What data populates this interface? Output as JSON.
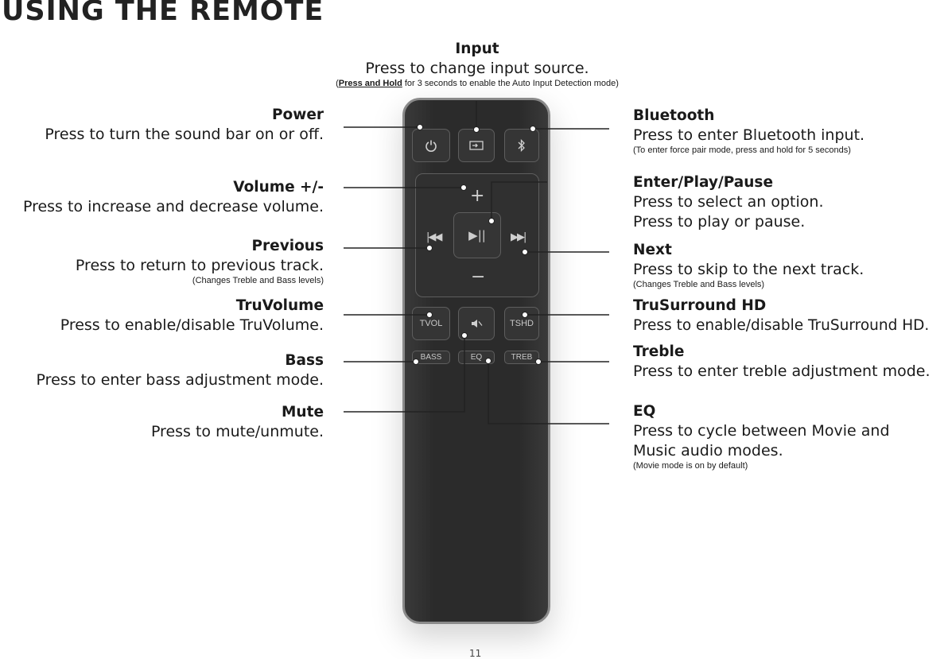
{
  "page": {
    "title": "USING THE REMOTE",
    "page_number": "11"
  },
  "labels": {
    "input": {
      "heading": "Input",
      "desc": "Press to change input source.",
      "note_prefix": "(",
      "note_bold": "Press and Hold",
      "note_rest": " for 3 seconds to enable the Auto Input Detection mode)"
    },
    "power": {
      "heading": "Power",
      "desc": "Press to turn the sound bar on or off."
    },
    "volume": {
      "heading": "Volume +/-",
      "desc": "Press to increase and decrease volume."
    },
    "previous": {
      "heading": "Previous",
      "desc": "Press to return to previous track.",
      "note": "(Changes Treble and Bass levels)"
    },
    "truvolume": {
      "heading": "TruVolume",
      "desc": "Press to enable/disable TruVolume."
    },
    "bass": {
      "heading": "Bass",
      "desc": "Press to enter bass adjustment mode."
    },
    "mute": {
      "heading": "Mute",
      "desc": "Press to mute/unmute."
    },
    "bluetooth": {
      "heading": "Bluetooth",
      "desc": "Press to enter Bluetooth input.",
      "note": "(To enter force pair mode, press and hold for 5 seconds)"
    },
    "enter": {
      "heading": "Enter/Play/Pause",
      "desc1": "Press to select an option.",
      "desc2": "Press to play or pause."
    },
    "next": {
      "heading": "Next",
      "desc": "Press to skip to the next track.",
      "note": "(Changes Treble and Bass levels)"
    },
    "trusurround": {
      "heading": "TruSurround HD",
      "desc": "Press to enable/disable TruSurround HD."
    },
    "treble": {
      "heading": "Treble",
      "desc": "Press to enter treble adjustment mode."
    },
    "eq": {
      "heading": "EQ",
      "desc1": "Press to cycle between Movie and",
      "desc2": "Music audio modes.",
      "note": "(Movie mode is on by default)"
    }
  },
  "remote": {
    "buttons": {
      "tvol": "TVOL",
      "tshd": "TSHD",
      "bass": "BASS",
      "eq": "EQ",
      "treb": "TREB"
    },
    "icons": [
      "power-icon",
      "input-icon",
      "bluetooth-icon",
      "plus-icon",
      "minus-icon",
      "previous-icon",
      "play-pause-icon",
      "next-icon",
      "mute-icon"
    ]
  },
  "colors": {
    "remote_body": "#2b2b2b",
    "remote_rim": "#8a8a8a",
    "button_text": "#c8c8c8",
    "leader_line": "#222222"
  }
}
